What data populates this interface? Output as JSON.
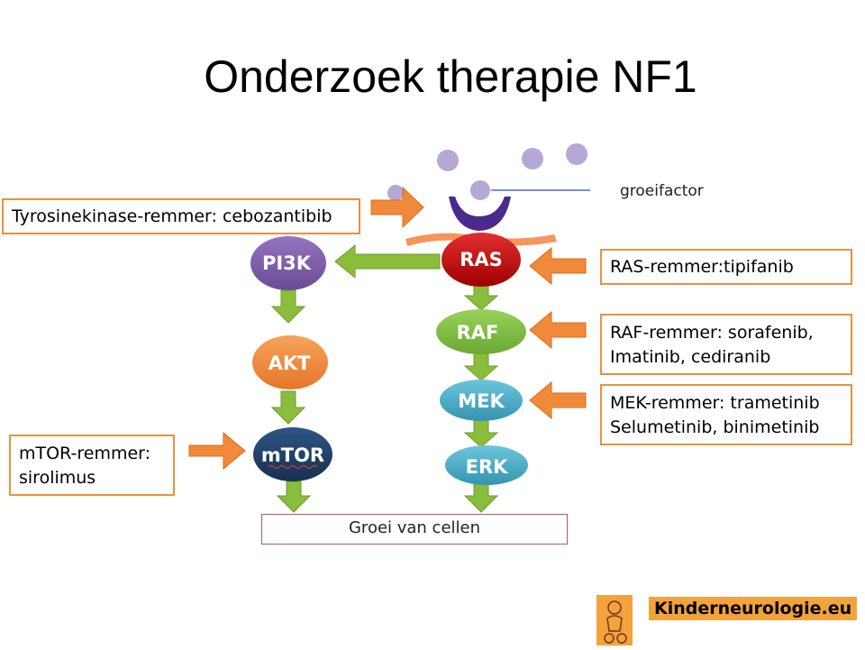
{
  "title": "Onderzoek therapie NF1",
  "groeifactor_label": "groeifactor",
  "outcome_label": "Groei van cellen",
  "nodes": {
    "ras": "RAS",
    "raf": "RAF",
    "mek": "MEK",
    "erk": "ERK",
    "pi3k": "PI3K",
    "akt": "AKT",
    "mtor": "mTOR"
  },
  "inhibitors": {
    "tyrosine_kinase": "Tyrosinekinase-remmer: cebozantibib",
    "ras_line": "RAS-remmer:tipifanib",
    "raf_line1": "RAF-remmer: sorafenib,",
    "raf_line2": "Imatinib, cediranib",
    "mek_line1": "MEK-remmer: trametinib",
    "mek_line2": "Selumetinib, binimetinib",
    "mtor_line1": "mTOR-remmer:",
    "mtor_line2": "sirolimus"
  },
  "brand": "Kinderneurologie.eu",
  "colors": {
    "ras": "#c00000",
    "raf": "#7cc242",
    "mek": "#4bacc6",
    "erk": "#4bacc6",
    "pi3k": "#7f5fa8",
    "akt": "#f08a3a",
    "mtor": "#1f3f6a",
    "green_arrow": "#8bbd3c",
    "orange_arrow": "#f08a3a",
    "receptor": "#4b2a8c",
    "membrane": "#f5955a",
    "ligand": "#b5a8d6"
  }
}
